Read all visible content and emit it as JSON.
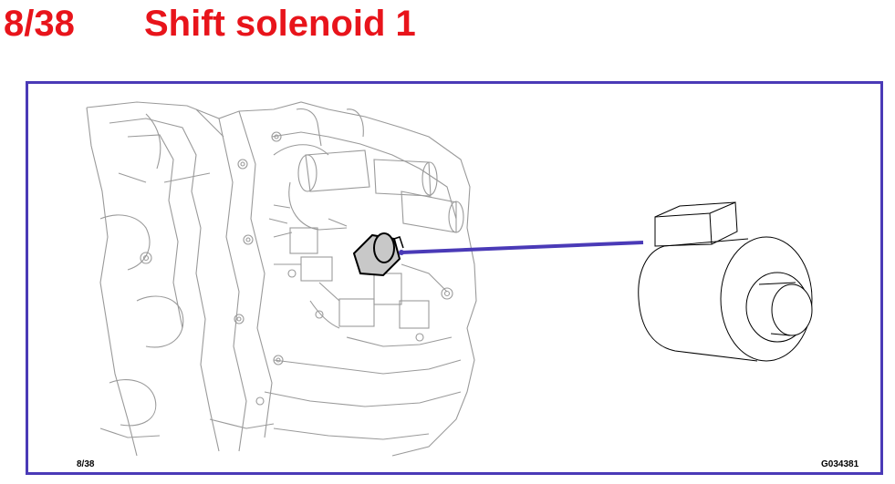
{
  "header": {
    "page_number": "8/38",
    "title": "Shift solenoid 1"
  },
  "figure": {
    "footer_page": "8/38",
    "figure_id": "G034381",
    "illustrations": [
      "transmission-valve-body",
      "shift-solenoid-detail"
    ]
  },
  "colors": {
    "title_red": "#e8141b",
    "frame_blue": "#4a3ab7",
    "leader_blue": "#4a3ab7",
    "highlight_gray": "#c8c8c8"
  }
}
